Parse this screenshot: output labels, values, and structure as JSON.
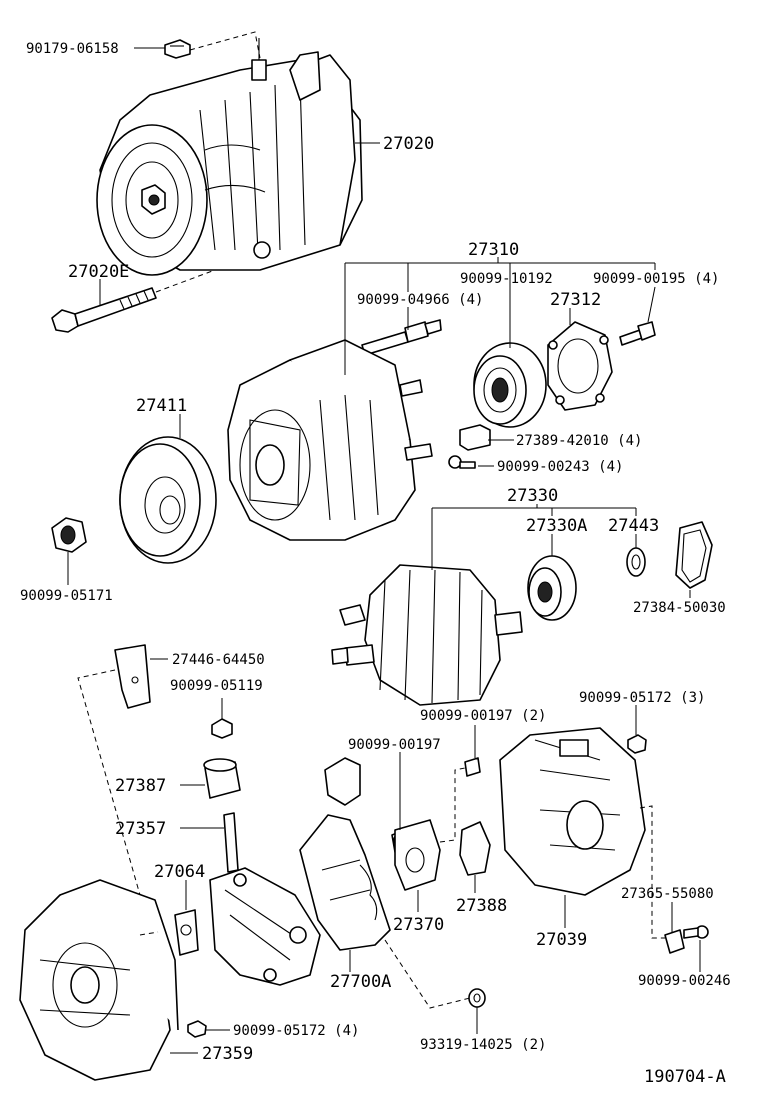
{
  "diagram": {
    "code": "190704-A",
    "labels": {
      "l_90179_06158": "90179-06158",
      "l_27020": "27020",
      "l_27020E": "27020E",
      "l_27310": "27310",
      "l_90099_10192": "90099-10192",
      "l_90099_04966": "90099-04966 (4)",
      "l_27312": "27312",
      "l_90099_00195": "90099-00195 (4)",
      "l_27411": "27411",
      "l_27389_42010": "27389-42010 (4)",
      "l_90099_00243": "90099-00243 (4)",
      "l_27330": "27330",
      "l_27330A": "27330A",
      "l_27443": "27443",
      "l_27384_50030": "27384-50030",
      "l_90099_05171": "90099-05171",
      "l_27446_64450": "27446-64450",
      "l_90099_05119": "90099-05119",
      "l_90099_00197_2": "90099-00197 (2)",
      "l_90099_05172_3": "90099-05172 (3)",
      "l_90099_00197": "90099-00197",
      "l_27387": "27387",
      "l_27357": "27357",
      "l_27064": "27064",
      "l_27370": "27370",
      "l_27388": "27388",
      "l_27039": "27039",
      "l_27365_55080": "27365-55080",
      "l_90099_00246": "90099-00246",
      "l_27700A": "27700A",
      "l_90099_05172_4": "90099-05172 (4)",
      "l_93319_14025": "93319-14025 (2)",
      "l_27359": "27359"
    }
  }
}
